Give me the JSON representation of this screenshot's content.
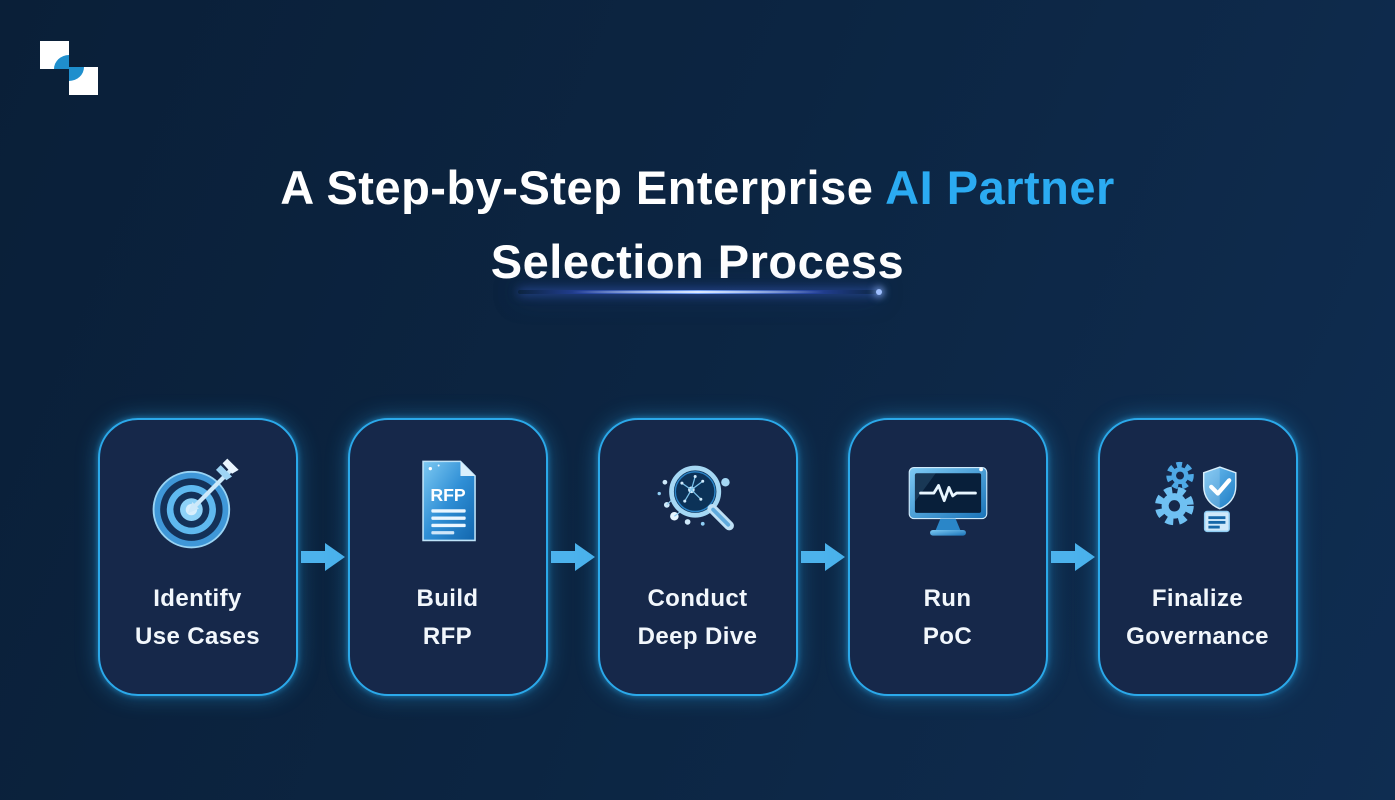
{
  "header": {
    "title_line1_prefix": "A Step-by-Step Enterprise ",
    "title_line1_accent": "AI Partner",
    "title_line2": "Selection Process"
  },
  "logo": {
    "name": "two-squares-lens-logo"
  },
  "steps": [
    {
      "icon": "target-dart-icon",
      "label_line1": "Identify",
      "label_line2": "Use Cases"
    },
    {
      "icon": "rfp-document-icon",
      "label_line1": "Build",
      "label_line2": "RFP",
      "icon_text": "RFP"
    },
    {
      "icon": "magnifier-circuit-icon",
      "label_line1": "Conduct",
      "label_line2": "Deep Dive"
    },
    {
      "icon": "monitor-pulse-icon",
      "label_line1": "Run",
      "label_line2": "PoC"
    },
    {
      "icon": "gears-shield-icon",
      "label_line1": "Finalize",
      "label_line2": "Governance"
    }
  ],
  "connectors": {
    "arrow_icon": "right-arrow-icon",
    "count": 4
  },
  "colors": {
    "background_start": "#0a1f38",
    "background_end": "#0f2d51",
    "card_fill": "#16284a",
    "card_border": "#2ba9ea",
    "accent_text": "#2babf2",
    "title_text": "#ffffff",
    "arrow": "#4cb2ec",
    "logo_blue": "#1f8fcd"
  }
}
